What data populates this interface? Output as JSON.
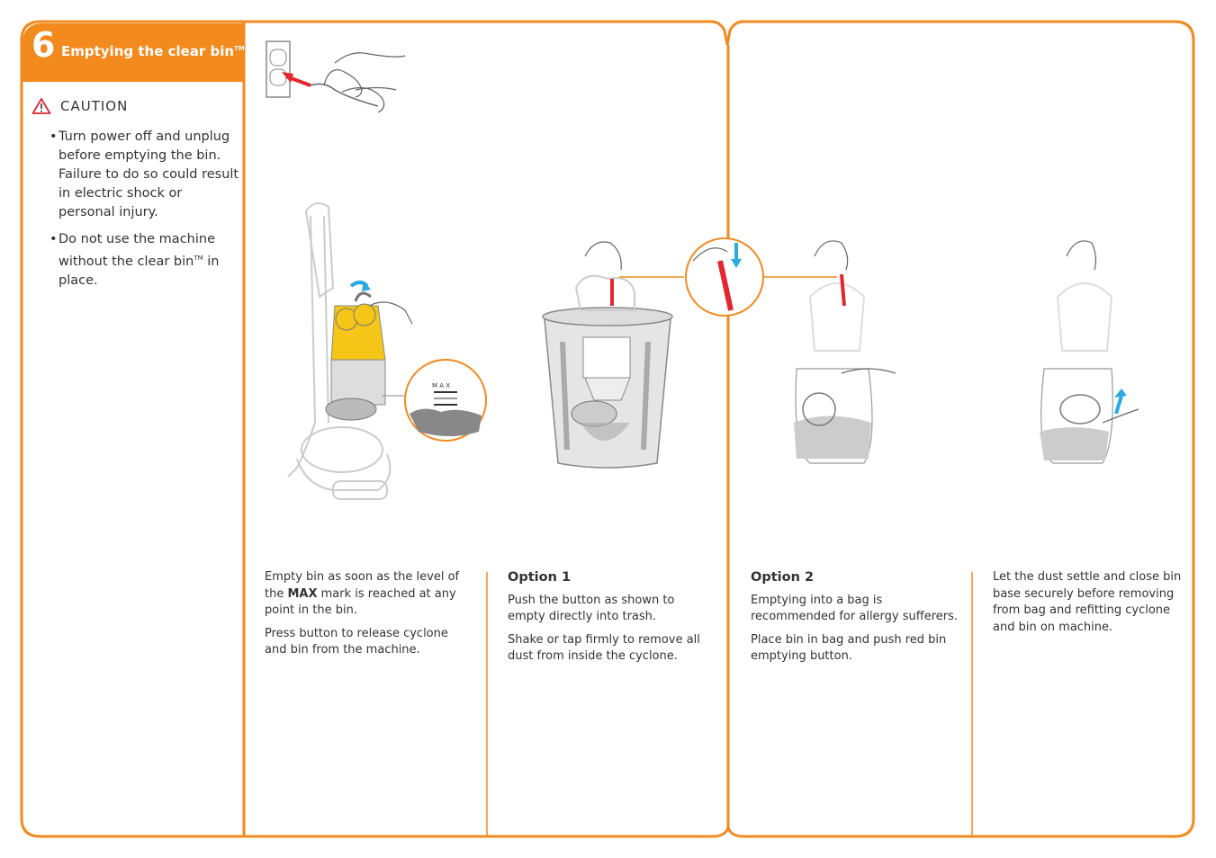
{
  "section": {
    "number": "6",
    "title": "Emptying the clear bin",
    "title_mark": "TM"
  },
  "caution": {
    "heading": "CAUTION",
    "items": [
      "Turn power off and unplug before emptying the bin. Failure to do so could result in electric shock or personal injury.",
      "Do not use the machine without the clear bin"
    ],
    "item2_mark": "TM",
    "item2_tail": " in place."
  },
  "steps": {
    "step1": {
      "line1_pre": "Empty bin as soon as the level of the ",
      "line1_bold": "MAX",
      "line1_post": " mark is reached at any point in the bin.",
      "line2": "Press button to release cyclone and bin from the machine."
    },
    "option1": {
      "heading": "Option 1",
      "line1": "Push the button as shown to empty directly into trash.",
      "line2": "Shake or tap firmly to remove all dust from inside the cyclone."
    },
    "option2": {
      "heading": "Option 2",
      "line1": "Emptying into a bag is recommended for allergy sufferers.",
      "line2": "Place bin in bag and push red bin emptying button."
    },
    "final": {
      "line1": "Let the dust settle and close bin base securely before removing from bag and refitting cyclone and bin on machine."
    }
  },
  "figure": {
    "max_label": "M A X"
  },
  "colors": {
    "orange": "#f28a1e",
    "red": "#e3262f",
    "blue": "#29abe2",
    "yellow": "#f5c518",
    "gray_line": "#999999"
  }
}
